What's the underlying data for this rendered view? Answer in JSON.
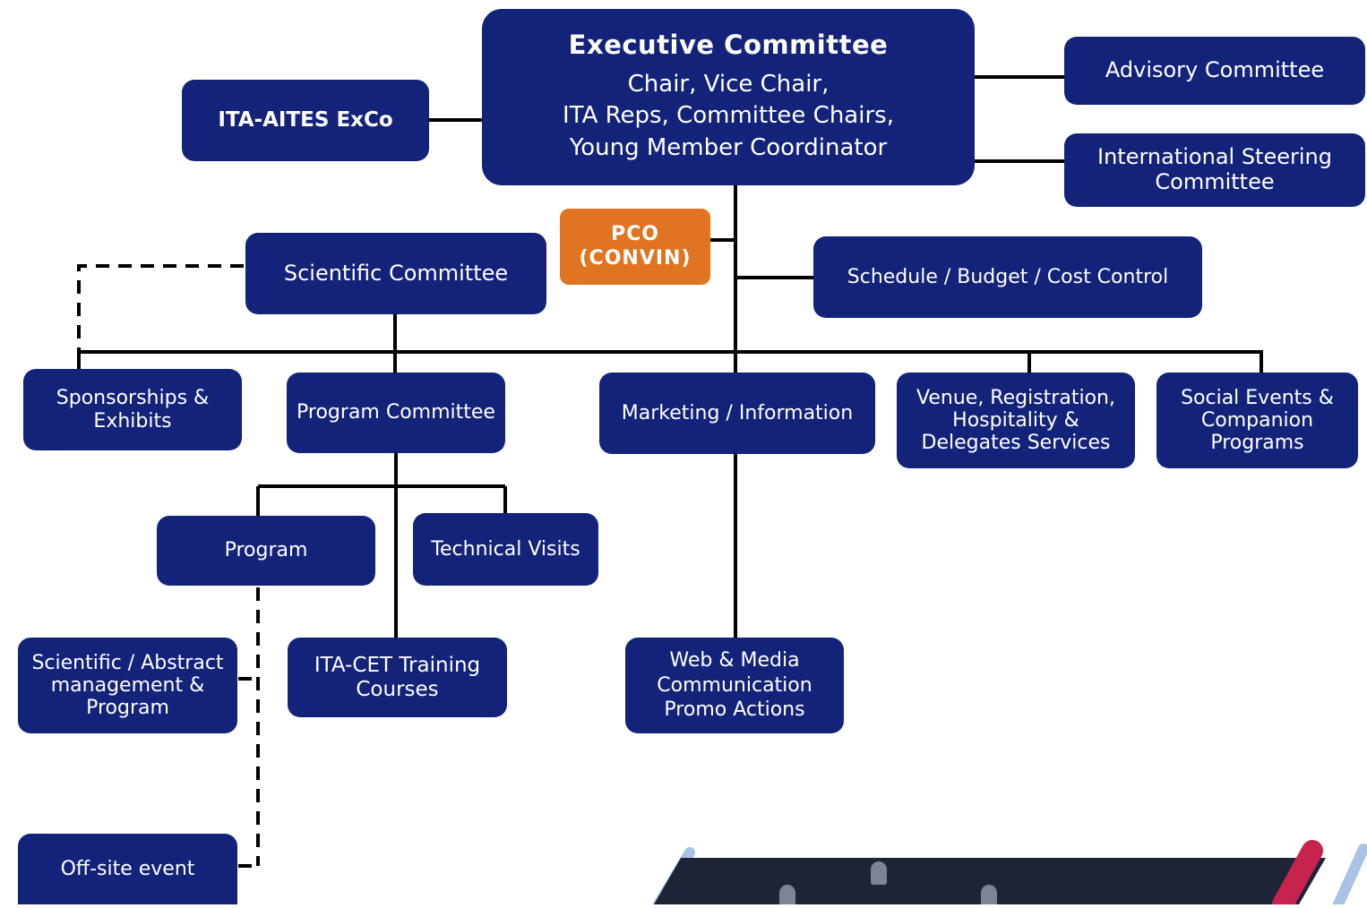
{
  "executive": {
    "title": "Executive Committee",
    "lines": [
      "Chair, Vice Chair,",
      "ITA Reps, Committee Chairs,",
      "Young Member Coordinator"
    ]
  },
  "exco": {
    "label": "ITA-AITES ExCo"
  },
  "advisory": {
    "label": "Advisory Committee"
  },
  "steering": {
    "lines": [
      "International Steering",
      "Committee"
    ]
  },
  "pco": {
    "lines": [
      "PCO",
      "(CONVIN)"
    ]
  },
  "scientific": {
    "label": "Scientific Committee"
  },
  "schedule": {
    "label": "Schedule / Budget / Cost Control"
  },
  "sponsorships": {
    "lines": [
      "Sponsorships &",
      "Exhibits"
    ]
  },
  "program_committee": {
    "label": "Program Committee"
  },
  "marketing": {
    "label": "Marketing / Information"
  },
  "venue": {
    "lines": [
      "Venue, Registration,",
      "Hospitality &",
      "Delegates Services"
    ]
  },
  "social": {
    "lines": [
      "Social Events &",
      "Companion",
      "Programs"
    ]
  },
  "program": {
    "label": "Program"
  },
  "technical": {
    "label": "Technical Visits"
  },
  "abstract": {
    "lines": [
      "Scientific / Abstract",
      "management &",
      "Program"
    ]
  },
  "cet": {
    "lines": [
      "ITA-CET Training",
      "Courses"
    ]
  },
  "web": {
    "lines": [
      "Web & Media",
      "Communication",
      "Promo Actions"
    ]
  },
  "offsite": {
    "label": "Off-site event"
  },
  "colors": {
    "box": "#13237a",
    "pco": "#e07420",
    "line": "#000000"
  }
}
